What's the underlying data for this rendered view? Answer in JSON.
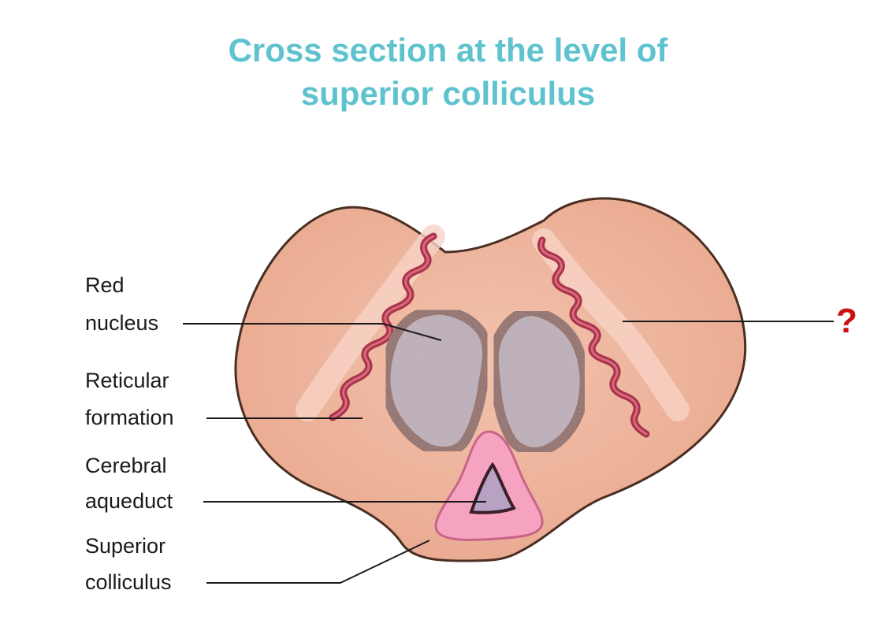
{
  "title": {
    "line1": "Cross section at the level of",
    "line2": "superior colliculus"
  },
  "labels": {
    "red_nucleus": [
      "Red",
      "nucleus"
    ],
    "reticular_formation": [
      "Reticular",
      "formation"
    ],
    "cerebral_aqueduct": [
      "Cerebral",
      "aqueduct"
    ],
    "superior_colliculus": [
      "Superior",
      "colliculus"
    ],
    "unknown": "?"
  },
  "colors": {
    "title": "#5ec3cf",
    "tissue": "#f0b9a2",
    "outline": "#4a2e22",
    "nucleus": "#b3a3ad",
    "nucleus_rim": "#7b4a3a",
    "lemniscus": "#a8334a",
    "colliculus": "#f5a3c0",
    "question": "#d01010"
  }
}
